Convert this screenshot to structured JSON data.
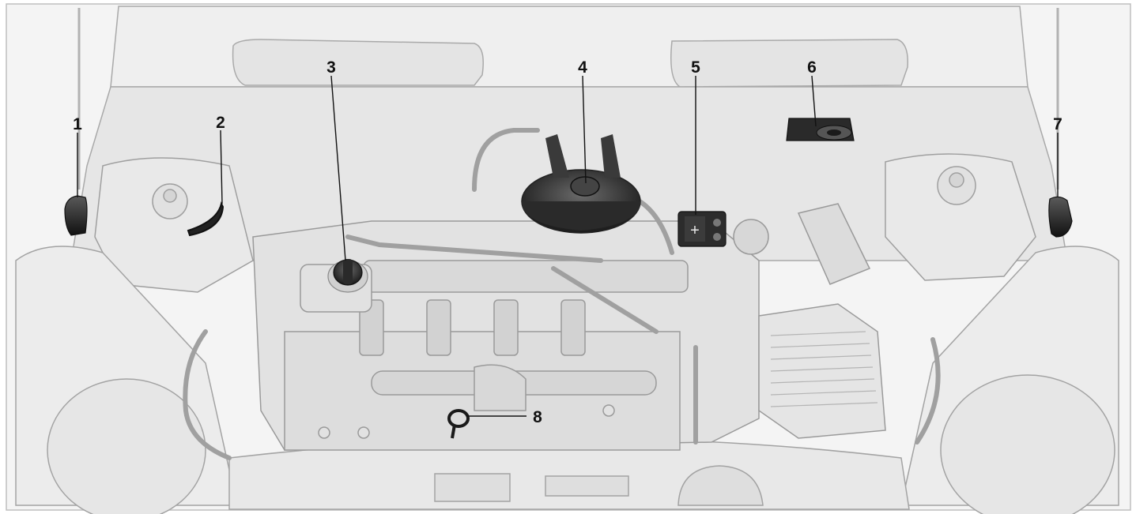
{
  "callouts": [
    {
      "id": "1",
      "label": "1"
    },
    {
      "id": "2",
      "label": "2"
    },
    {
      "id": "3",
      "label": "3"
    },
    {
      "id": "4",
      "label": "4"
    },
    {
      "id": "5",
      "label": "5"
    },
    {
      "id": "6",
      "label": "6"
    },
    {
      "id": "7",
      "label": "7"
    },
    {
      "id": "8",
      "label": "8"
    }
  ],
  "colors": {
    "line": "#a9a9a9",
    "fill_light": "#ececec",
    "fill_mid": "#dcdcdc",
    "highlight_dark": "#2b2b2b",
    "text": "#111111"
  }
}
